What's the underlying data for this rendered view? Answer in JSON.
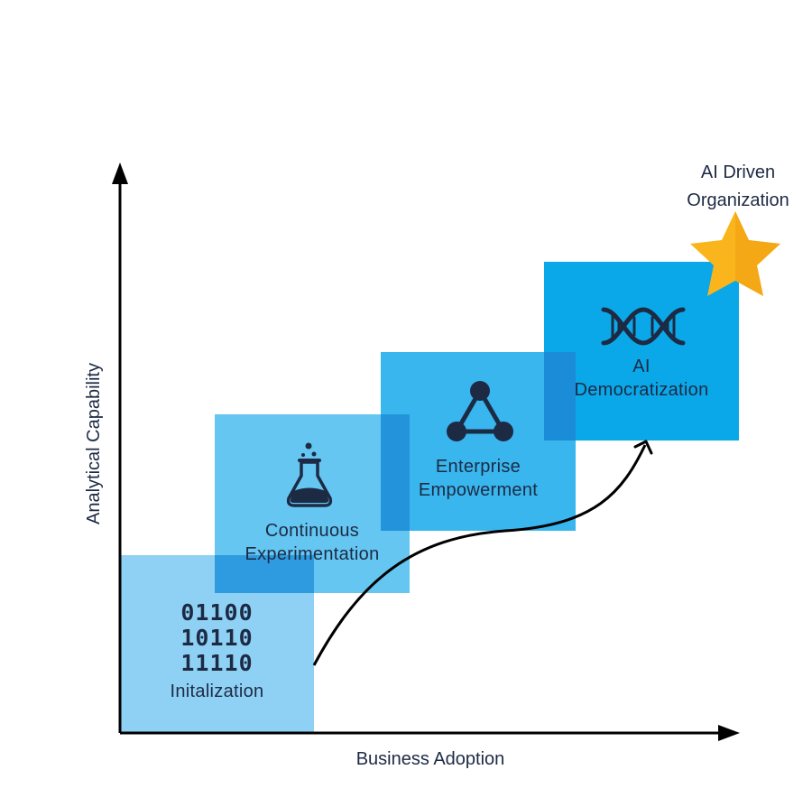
{
  "axes": {
    "y_label": "Analytical Capability",
    "x_label": "Business Adoption"
  },
  "goal": {
    "line1": "AI Driven",
    "line2": "Organization",
    "icon": "star-icon",
    "color": "#f9b51b"
  },
  "stages": [
    {
      "label_lines": [
        "Initalization"
      ],
      "icon": "binary-code-icon",
      "binary": [
        "01100",
        "10110",
        "11110"
      ],
      "color": "#8fd1f4"
    },
    {
      "label_lines": [
        "Continuous",
        "Experimentation"
      ],
      "icon": "flask-icon",
      "color": "#64c6f1"
    },
    {
      "label_lines": [
        "Enterprise",
        "Empowerment"
      ],
      "icon": "network-triangle-icon",
      "color": "#38b6ed"
    },
    {
      "label_lines": [
        "AI",
        "Democratization"
      ],
      "icon": "dna-icon",
      "color": "#0aa8e8"
    }
  ],
  "colors": {
    "overlap": "#2394dc",
    "icon": "#1d2a44",
    "axis": "#000000",
    "text": "#1d2a44"
  }
}
